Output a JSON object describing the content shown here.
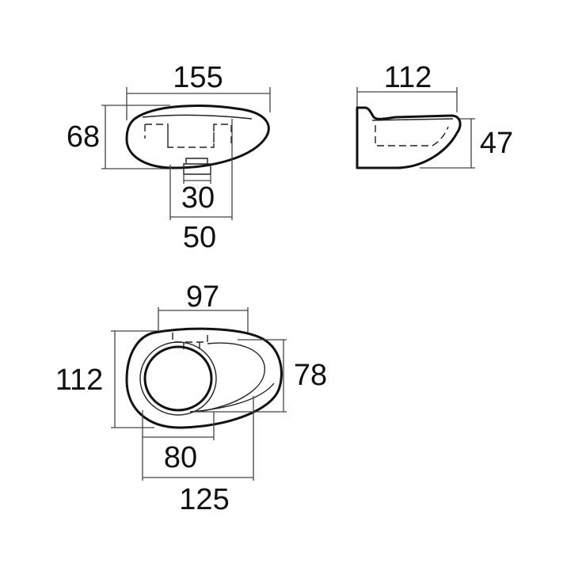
{
  "dimensions": {
    "top_view_length": "155",
    "top_view_depth": "68",
    "top_view_bracket_width": "30",
    "top_view_mount_width": "50",
    "side_view_length": "112",
    "side_view_height": "47",
    "front_view_width": "97",
    "front_view_height": "112",
    "front_view_ring_height": "78",
    "front_view_ring_width": "80",
    "front_view_total_width": "125"
  },
  "colors": {
    "line": "#111111",
    "background": "#ffffff"
  }
}
